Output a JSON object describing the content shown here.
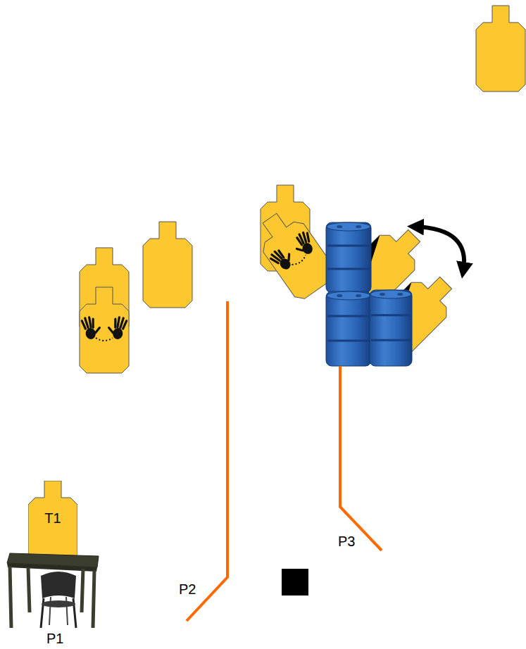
{
  "diagram": {
    "nodes": [
      {
        "text": [
          "T1"
        ]
      }
    ],
    "labels": [
      "P1",
      "P2",
      "P3"
    ]
  }
}
